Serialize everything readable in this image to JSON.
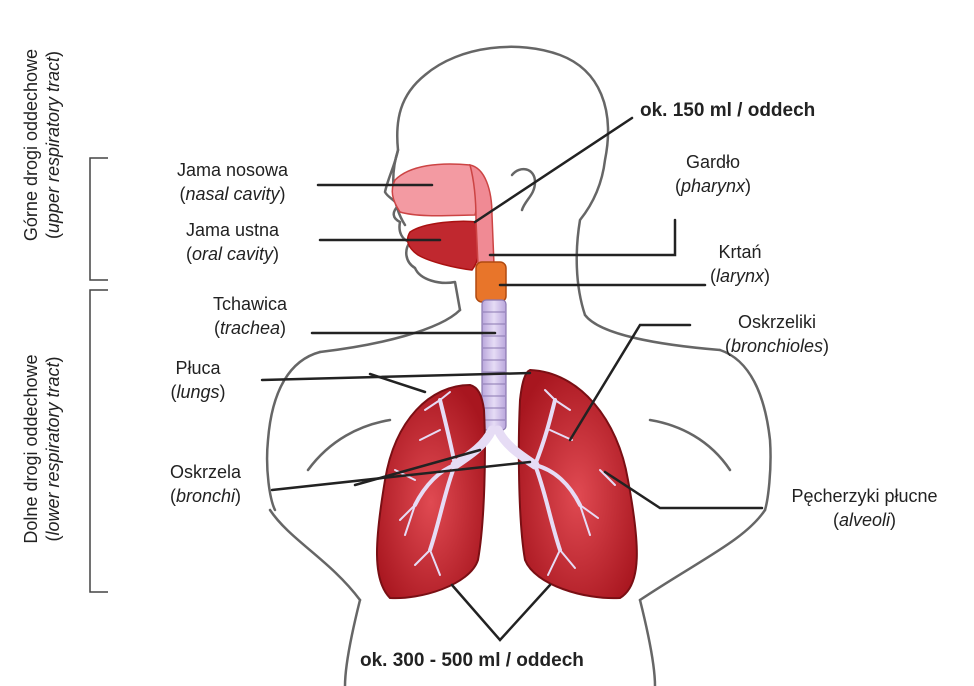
{
  "groups": {
    "upper": {
      "title": "Górne drogi oddechowe",
      "subtitle": "upper respiratory tract"
    },
    "lower": {
      "title": "Dolne drogi oddechowe",
      "subtitle": "lower respiratory tract"
    }
  },
  "volumes": {
    "upper": "ok. 150 ml / oddech",
    "lower": "ok. 300 - 500 ml / oddech"
  },
  "labels": {
    "nasal": {
      "pl": "Jama nosowa",
      "en": "nasal cavity"
    },
    "oral": {
      "pl": "Jama ustna",
      "en": "oral cavity"
    },
    "pharynx": {
      "pl": "Gardło",
      "en": "pharynx"
    },
    "larynx": {
      "pl": "Krtań",
      "en": "larynx"
    },
    "trachea": {
      "pl": "Tchawica",
      "en": "trachea"
    },
    "bronchioles": {
      "pl": "Oskrzeliki",
      "en": "bronchioles"
    },
    "lungs": {
      "pl": "Płuca",
      "en": "lungs"
    },
    "bronchi": {
      "pl": "Oskrzela",
      "en": "bronchi"
    },
    "alveoli": {
      "pl": "Pęcherzyki płucne",
      "en": "alveoli"
    }
  },
  "colors": {
    "lung_fill": "#c0282f",
    "airway_fill": "#f08a94",
    "larynx_fill": "#e8752a",
    "trachea_fill": "#c9b8e6",
    "outline": "#555555",
    "leader": "#222222"
  }
}
